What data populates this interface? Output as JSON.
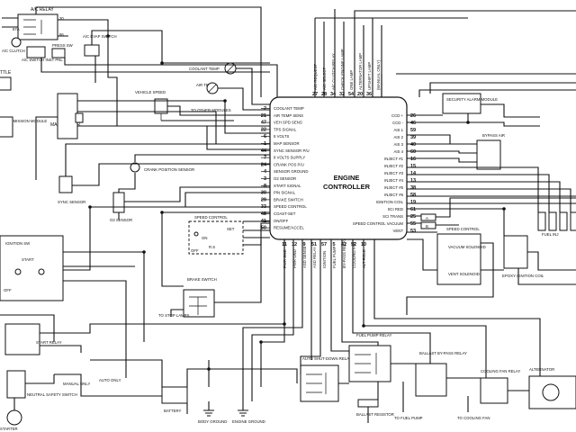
{
  "controller": {
    "title_line1": "ENGINE",
    "title_line2": "CONTROLLER",
    "left_labels": [
      {
        "label": "COOLANT TEMP",
        "pin": "2"
      },
      {
        "label": "AIR TEMP SENS",
        "pin": "21"
      },
      {
        "label": "VEH SPD SENS",
        "pin": "47"
      },
      {
        "label": "TPS SIGNAL",
        "pin": "22"
      },
      {
        "label": "5 VOLTS",
        "pin": "6"
      },
      {
        "label": "MAP SENSOR",
        "pin": "1"
      },
      {
        "label": "SYNC SENSOR P/U",
        "pin": "44"
      },
      {
        "label": "8 VOLTS SUPPLY",
        "pin": "7"
      },
      {
        "label": "CRANK POS P/U",
        "pin": "24"
      },
      {
        "label": "SENSOR GROUND",
        "pin": "4"
      },
      {
        "label": "O2 SENSOR",
        "pin": "3"
      },
      {
        "label": "START SIGNAL",
        "pin": "8"
      },
      {
        "label": "P/N SIGNAL",
        "pin": "30"
      },
      {
        "label": "BRAKE SWITCH",
        "pin": "29"
      },
      {
        "label": "SPEED CONTROL",
        "pin": "33"
      },
      {
        "label": "COAST-SET",
        "pin": "48"
      },
      {
        "label": "ON/OFF",
        "pin": "41"
      },
      {
        "label": "RESUME/ACCEL",
        "pin": "50"
      }
    ],
    "right_labels": [
      {
        "label": "CCD +",
        "pin": "26"
      },
      {
        "label": "CCD -",
        "pin": "46"
      },
      {
        "label": "AIS 1",
        "pin": "59"
      },
      {
        "label": "AIS 2",
        "pin": "39"
      },
      {
        "label": "AIS 3",
        "pin": "40"
      },
      {
        "label": "AIS 4",
        "pin": "60"
      },
      {
        "label": "INJECT #1",
        "pin": "16"
      },
      {
        "label": "INJECT #2",
        "pin": "15"
      },
      {
        "label": "INJECT #3",
        "pin": "14"
      },
      {
        "label": "INJECT #4",
        "pin": "13"
      },
      {
        "label": "INJECT #5",
        "pin": "38"
      },
      {
        "label": "INJECT #6",
        "pin": "58"
      },
      {
        "label": "IGNITION COIL",
        "pin": "19"
      },
      {
        "label": "SCI RED",
        "pin": "61"
      },
      {
        "label": "SCI TRANS",
        "pin": "25"
      },
      {
        "label": "SPEED CONTROL VACUUM",
        "pin": "55"
      },
      {
        "label": "VENT",
        "pin": "53"
      }
    ],
    "top_labels": [
      {
        "label": "A/C REQUEST",
        "pin": "27"
      },
      {
        "label": "A/C SELECT",
        "pin": "28"
      },
      {
        "label": "A/C CLUTCH RELAY",
        "pin": "34"
      },
      {
        "label": "CHECK ENGINE LAMP",
        "pin": "32"
      },
      {
        "label": "ONE LAMP",
        "pin": "54"
      },
      {
        "label": "ALTERNATOR LAMP",
        "pin": "20"
      },
      {
        "label": "UPSHIFT LAMP",
        "pin": "36"
      },
      {
        "label": "(MANUAL ONLY)",
        "pin": ""
      }
    ],
    "bottom_labels": [
      {
        "label": "PWR GND",
        "pin": "11"
      },
      {
        "label": "PWR GND",
        "pin": "12"
      },
      {
        "label": "ASD SENSE",
        "pin": "9"
      },
      {
        "label": "ASD RELAY",
        "pin": "51"
      },
      {
        "label": "IGNITION",
        "pin": "57"
      },
      {
        "label": "FUEL PUMP",
        "pin": "5"
      },
      {
        "label": "BY-PASS RELAY",
        "pin": "42"
      },
      {
        "label": "COOLING FAN",
        "pin": "52"
      },
      {
        "label": "ALT FIELD",
        "pin": "10"
      }
    ]
  },
  "components": {
    "ac_relay": "A/C RELAY",
    "ac_clutch": "A/C CLUTCH",
    "ac_switch": "A/C SWITCH INST PNL",
    "press_sw": "PRESS SW",
    "ac_evap": "A/C EVAP SWITCH",
    "coolant_temp": "COOLANT TEMP",
    "air_temp": "AIR TEMP",
    "vehicle_speed": "VEHICLE SPEED",
    "to_other_modules": "TO OTHER MODULES",
    "map_sensor": "MAP SENSOR",
    "crank_position": "CRANK POSITION SENSOR",
    "sync_sensor": "SYNC SENSOR",
    "o2_sensor": "O2 SENSOR",
    "speed_control_sw": "SPEED CONTROL",
    "sw_set": "SET",
    "sw_on": "ON",
    "sw_rs": "R.S",
    "sw_off": "OFF",
    "brake_switch": "BRAKE SWITCH",
    "to_stop_lamps": "TO STOP LAMPS",
    "ignition_sw": "IGNITION SW",
    "start": "START",
    "sw_off2": "OFF",
    "start_relay": "START RELAY",
    "manual_only": "MANUAL ONLY",
    "auto_only": "AUTO ONLY",
    "neutral_start": "NEUTRAL SAFETY SWITCH",
    "battery": "BATTERY",
    "body_ground": "BODY GROUND",
    "engine_ground": "ENGINE GROUND",
    "starter": "STARTER",
    "asd_relay": "AUTO SHUT-DOWN RELAY",
    "fuel_pump_relay": "FUEL PUMP RELAY",
    "ballast_bypass": "BALLAST BY-PASS RELAY",
    "ballast_resistor": "BALLAST RESISTOR",
    "to_fuel_pump": "TO FUEL PUMP",
    "to_cooling_fan": "TO COOLING FAN",
    "cooling_fan_relay": "COOLING FAN RELAY",
    "alternator": "ALTERNATOR",
    "security_alarm": "SECURITY ALARM MODULE",
    "bypass_air": "BYPASS AIR",
    "speed_control_servo": "SPEED CONTROL",
    "vacuum_solenoid": "VACUUM SOLENOID",
    "vent_solenoid": "VENT SOLENOID",
    "epoxy_coil": "EPOXY IGNITION COIL",
    "fuel_injectors": "FUEL INJ",
    "transmission_module": "TRANSMISSION MODULE",
    "throttle": "TTLE",
    "sci_pin_a": "A",
    "sci_pin_b": "B"
  }
}
